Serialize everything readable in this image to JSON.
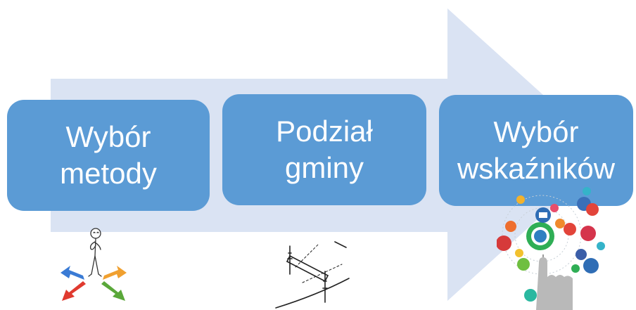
{
  "diagram": {
    "steps": [
      {
        "line1": "Wybór",
        "line2": "metody"
      },
      {
        "line1": "Podział",
        "line2": "gminy"
      },
      {
        "line1": "Wybór",
        "line2": "wskaźników"
      }
    ],
    "colors": {
      "box_fill": "#5b9bd5",
      "box_text": "#ffffff",
      "arrow_fill": "#dae3f3"
    },
    "illustrations": [
      {
        "icon": "thinking-person-with-direction-arrows-icon"
      },
      {
        "icon": "surveying-instrument-sketch-icon"
      },
      {
        "icon": "hand-touching-network-of-data-icons-icon"
      }
    ]
  }
}
